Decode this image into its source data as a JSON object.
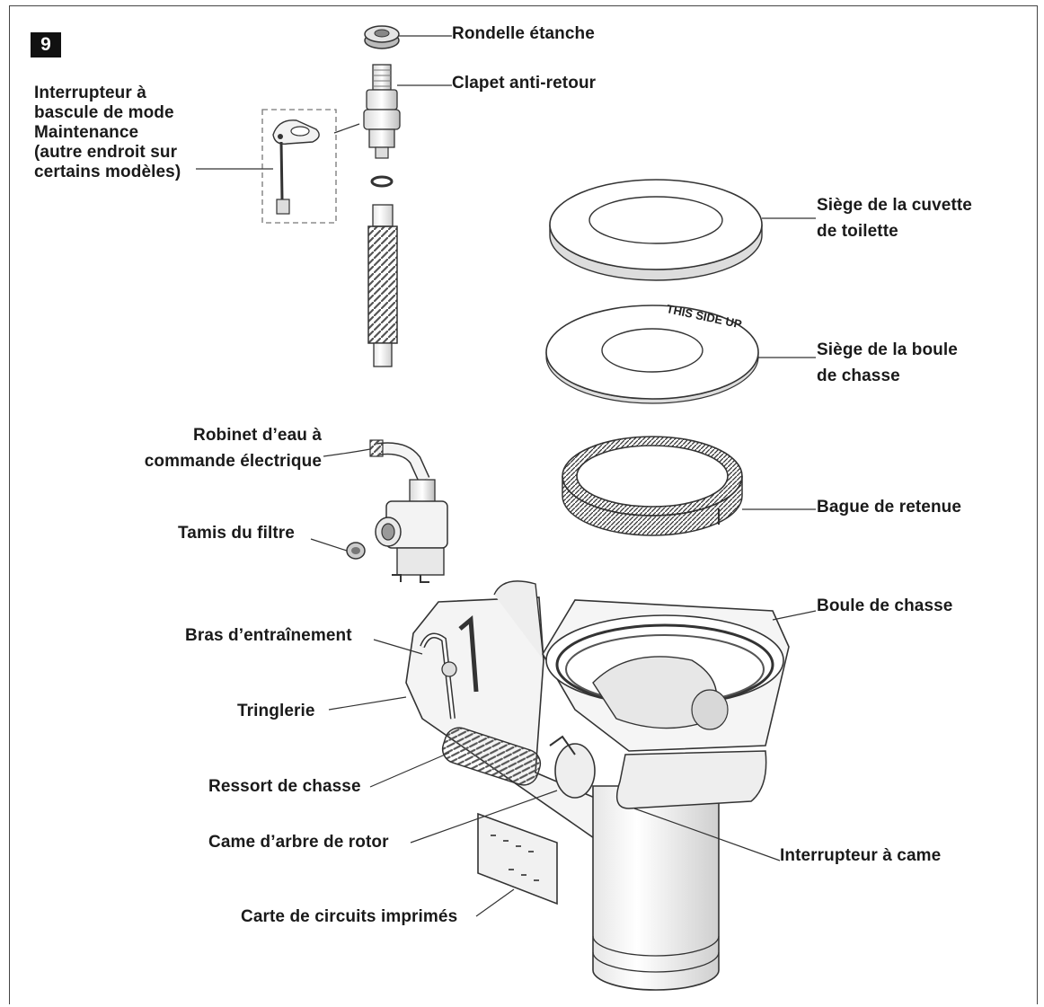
{
  "figure_number": "9",
  "labels": {
    "rondelle": "Rondelle étanche",
    "clapet": "Clapet anti-retour",
    "interrupteur_maintenance": "Interrupteur à\nbascule de mode\nMaintenance\n(autre endroit sur\ncertains modèles)",
    "siege_cuvette": "Siège de la cuvette\nde toilette",
    "siege_boule": "Siège de la boule\nde chasse",
    "bague": "Bague de retenue",
    "robinet": "Robinet d’eau à\ncommande électrique",
    "tamis": "Tamis du filtre",
    "boule": "Boule de chasse",
    "bras": "Bras d’entraînement",
    "tringlerie": "Tringlerie",
    "ressort": "Ressort de chasse",
    "came_arbre": "Came d’arbre de rotor",
    "interrupteur_came": "Interrupteur à came",
    "carte": "Carte de circuits imprimés"
  },
  "seat_marking": "THIS SIDE UP"
}
